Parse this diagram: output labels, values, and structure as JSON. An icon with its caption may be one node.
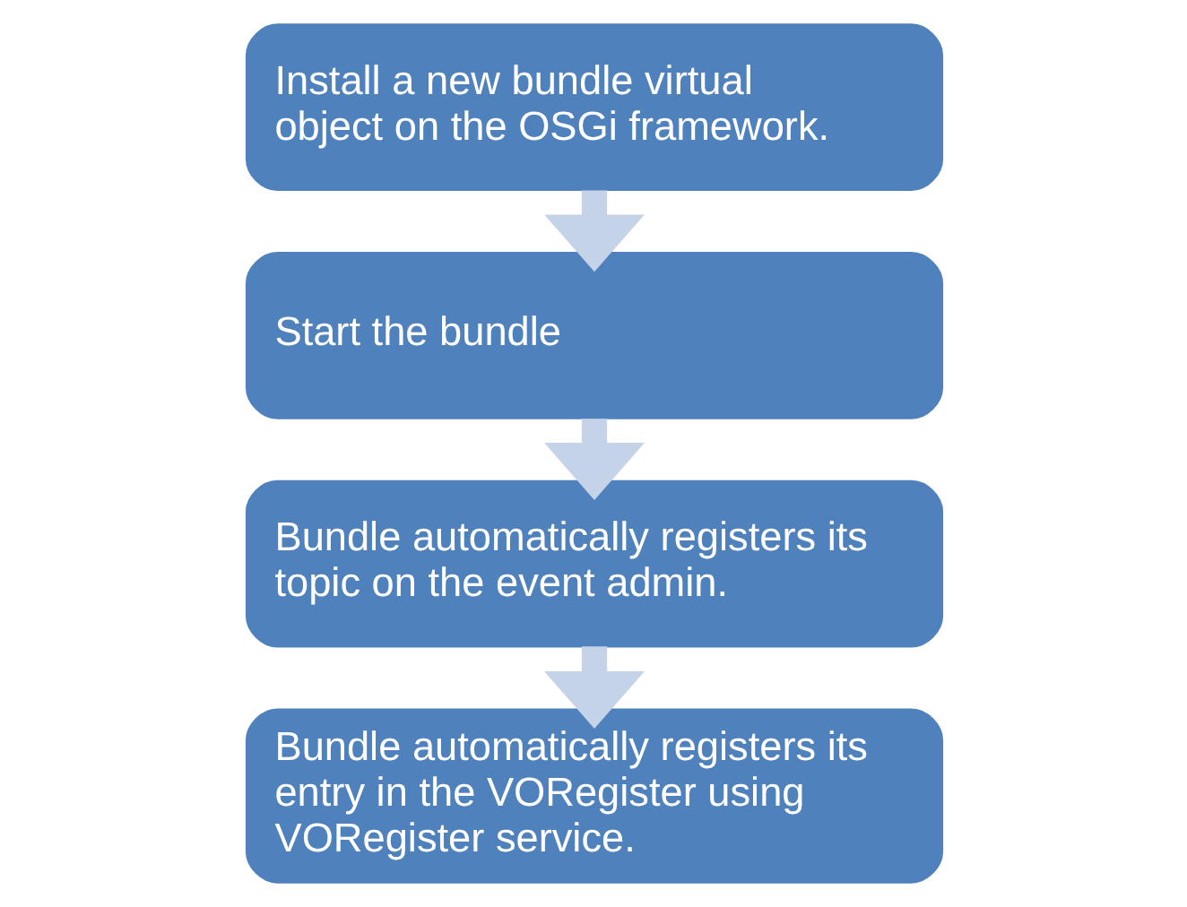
{
  "diagram": {
    "nodes": [
      {
        "text": [
          "Install a new bundle virtual object on the OSGi framework."
        ]
      },
      {
        "text": [
          "Start the bundle"
        ]
      },
      {
        "text": [
          "Bundle automatically registers its topic on the event admin."
        ]
      },
      {
        "text": [
          "Bundle automatically registers its entry in the VORegister using VORegister service."
        ]
      }
    ],
    "edges": [
      {
        "from": 0,
        "to": 1,
        "arrow": "to"
      },
      {
        "from": 1,
        "to": 2,
        "arrow": "to"
      },
      {
        "from": 2,
        "to": 3,
        "arrow": "to"
      }
    ]
  }
}
